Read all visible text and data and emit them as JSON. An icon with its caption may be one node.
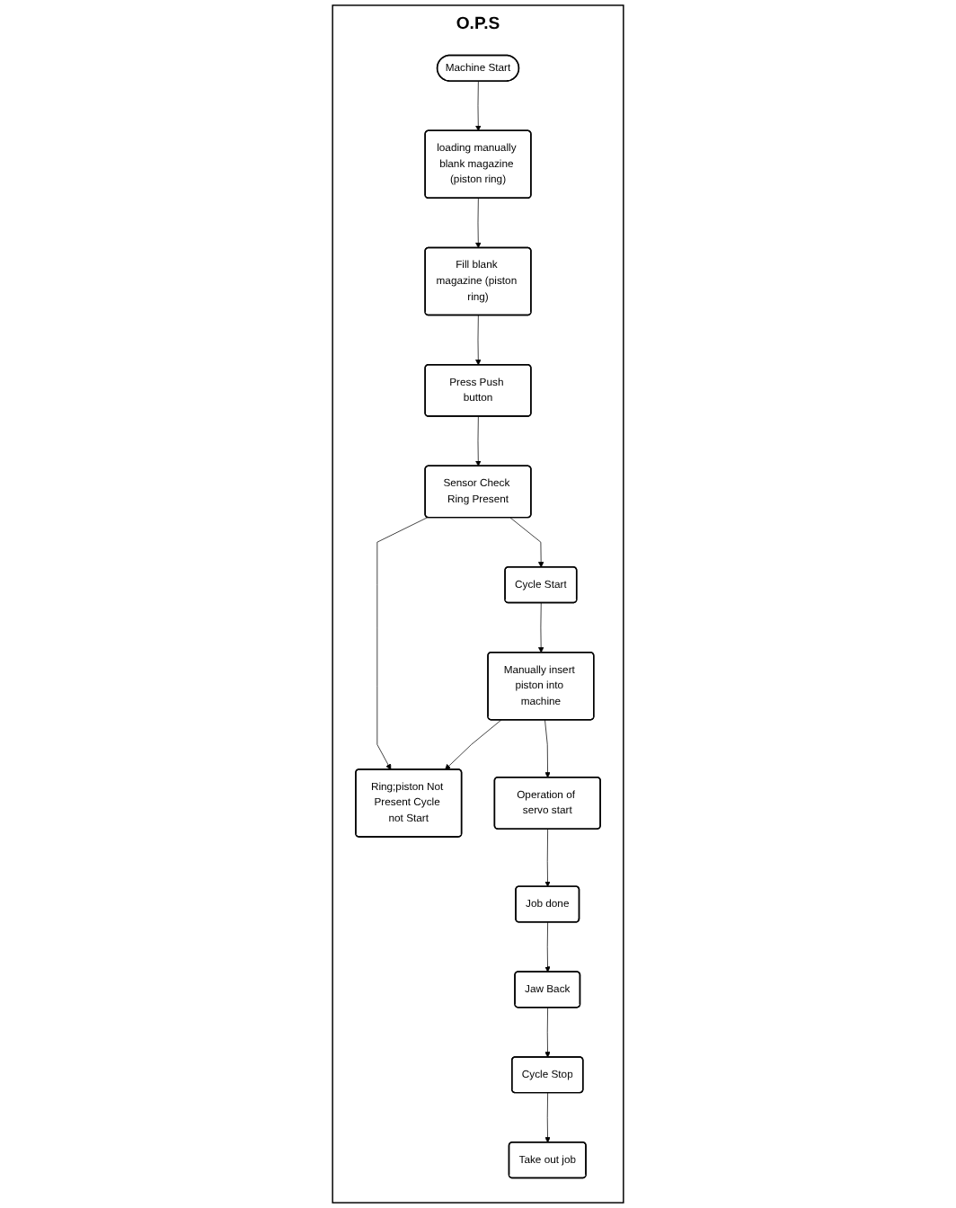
{
  "diagram": {
    "nodes": [
      {
        "text": [
          "O.P.S"
        ]
      },
      {
        "text": [
          "Machine Start"
        ],
        "in": 0
      },
      {
        "text": [
          "loading manually blank magazine (piston ring)"
        ],
        "in": 0
      },
      {
        "text": [
          "Fill blank magazine (piston ring)"
        ],
        "in": 0
      },
      {
        "text": [
          "Press Push button"
        ],
        "in": 0
      },
      {
        "text": [
          "Sensor Check Ring Present"
        ],
        "in": 0
      },
      {
        "text": [
          "Ring;piston Not Present Cycle not Start"
        ],
        "in": 0
      },
      {
        "text": [
          "Cycle Start"
        ],
        "in": 0
      },
      {
        "text": [
          "Manually insert piston into machine"
        ],
        "in": 0
      },
      {
        "text": [
          "Operation of servo start"
        ],
        "in": 0
      },
      {
        "text": [
          "Job done"
        ],
        "in": 0
      },
      {
        "text": [
          "Jaw Back"
        ],
        "in": 0
      },
      {
        "text": [
          "Cycle Stop"
        ],
        "in": 0
      },
      {
        "text": [
          "Take out job"
        ],
        "in": 0
      }
    ],
    "edges": [
      {
        "from": 1,
        "to": 2,
        "arrow": "to"
      },
      {
        "from": 2,
        "to": 3,
        "arrow": "to"
      },
      {
        "from": 3,
        "to": 4,
        "arrow": "to"
      },
      {
        "from": 4,
        "to": 5,
        "arrow": "to"
      },
      {
        "from": 5,
        "to": 7,
        "arrow": "to"
      },
      {
        "from": 5,
        "to": 6,
        "arrow": "to"
      },
      {
        "from": 7,
        "to": 8,
        "arrow": "to"
      },
      {
        "from": 8,
        "to": 9,
        "arrow": "to"
      },
      {
        "from": 8,
        "to": 6,
        "arrow": "to"
      },
      {
        "from": 9,
        "to": 10,
        "arrow": "to"
      },
      {
        "from": 10,
        "to": 11,
        "arrow": "to"
      },
      {
        "from": 11,
        "to": 12,
        "arrow": "to"
      },
      {
        "from": 12,
        "to": 13,
        "arrow": "to"
      }
    ]
  }
}
